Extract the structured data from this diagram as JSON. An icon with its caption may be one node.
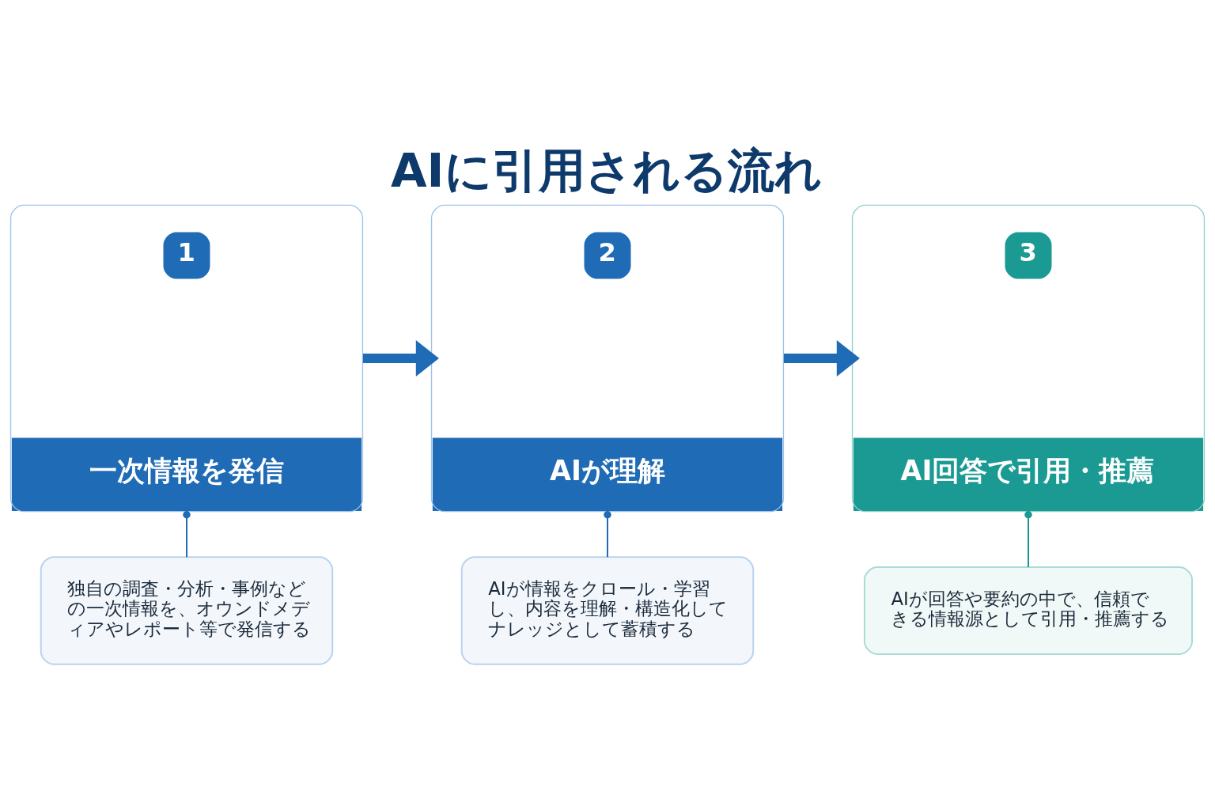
{
  "diagram": {
    "title": "AIに引用される流れ",
    "nodes": [
      {
        "text": [
          "1",
          "一次情報を発信"
        ]
      },
      {
        "text": [
          "2",
          "AIが理解"
        ]
      },
      {
        "text": [
          "3",
          "AI回答で引用・推薦"
        ]
      },
      {
        "text": [
          "独自の調査・分析・事例などの一次情報を、オウンドメディアやレポート等で発信する"
        ]
      },
      {
        "text": [
          "AIが情報をクロール・学習し、内容を理解・構造化してナレッジとして蓄積する"
        ]
      },
      {
        "text": [
          "AIが回答や要約の中で、信頼できる情報源として引用・推薦する"
        ]
      }
    ],
    "edges": [
      {
        "from": 0,
        "to": 1,
        "arrow": "to",
        "style": "thick"
      },
      {
        "from": 1,
        "to": 2,
        "arrow": "to",
        "style": "thick"
      },
      {
        "from": 0,
        "to": 3,
        "arrow": "other"
      },
      {
        "from": 1,
        "to": 4,
        "arrow": "other"
      },
      {
        "from": 2,
        "to": 5,
        "arrow": "other",
        "color": "#1a9a93"
      }
    ]
  }
}
